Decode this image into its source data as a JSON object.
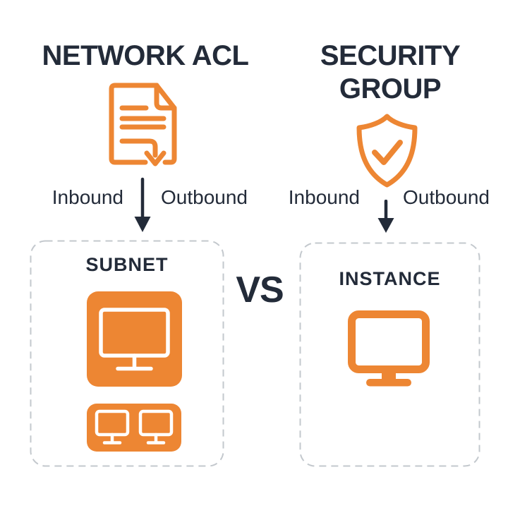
{
  "diagram": {
    "left": {
      "title": "NETWORK ACL",
      "header_icon": "document-outbound-arrow-icon",
      "inbound": "Inbound",
      "outbound": "Outbound",
      "box_label": "SUBNET",
      "tile_icons": [
        "computer-icon",
        "computer-group-icon"
      ]
    },
    "right": {
      "title": "SECURITY GROUP",
      "header_icon": "shield-check-icon",
      "inbound": "Inbound",
      "outbound": "Outbound",
      "box_label": "INSTANCE",
      "tile_icons": [
        "computer-icon"
      ]
    },
    "vs": "VS",
    "colors": {
      "accent": "#ED8633",
      "text": "#232B39",
      "dash": "#C3C8CD",
      "bg": "#FFFFFF",
      "inner": "#FFFFFF"
    }
  }
}
